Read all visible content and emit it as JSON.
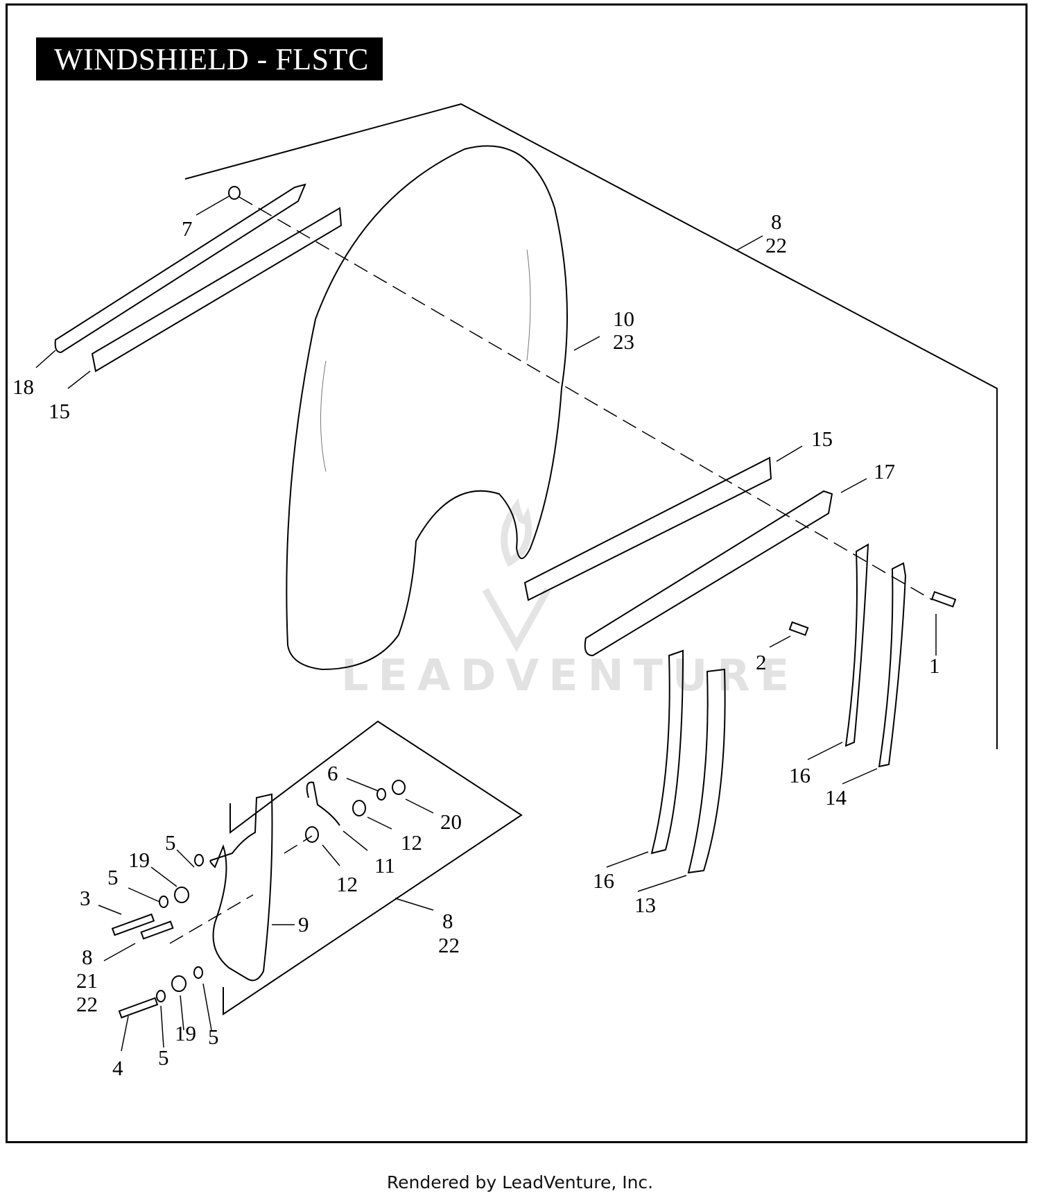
{
  "title": "WINDSHIELD - FLSTC",
  "footer": "Rendered by LeadVenture, Inc.",
  "watermark": "LEADVENTURE",
  "callouts": {
    "c7": "7",
    "c8a": "8",
    "c22a": "22",
    "c10": "10",
    "c23": "23",
    "c18": "18",
    "c15a": "15",
    "c15b": "15",
    "c17": "17",
    "c2": "2",
    "c1": "1",
    "c16a": "16",
    "c14": "14",
    "c16b": "16",
    "c13": "13",
    "c6": "6",
    "c20": "20",
    "c12a": "12",
    "c11": "11",
    "c12b": "12",
    "c5a": "5",
    "c19a": "19",
    "c5b": "5",
    "c3": "3",
    "c9": "9",
    "c8b": "8",
    "c22b": "22",
    "c8c": "8",
    "c21": "21",
    "c22c": "22",
    "c4": "4",
    "c5c": "5",
    "c19b": "19",
    "c5d": "5"
  }
}
